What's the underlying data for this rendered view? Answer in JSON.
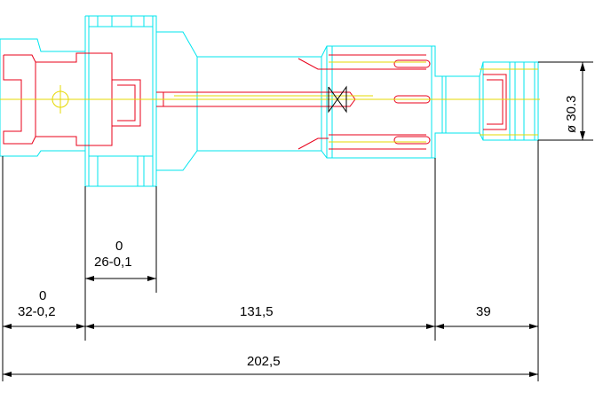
{
  "colors": {
    "outline": "#00e5ee",
    "detail": "#e8001a",
    "centerline": "#e6d800",
    "dimension": "#000000",
    "background": "#ffffff"
  },
  "dimensions": {
    "diameter": "ø 30.3",
    "tol_26_upper": "0",
    "tol_26_value": "26-0,1",
    "tol_32_upper": "0",
    "tol_32_value": "32-0,2",
    "length_131": "131,5",
    "length_39": "39",
    "overall": "202,5"
  }
}
